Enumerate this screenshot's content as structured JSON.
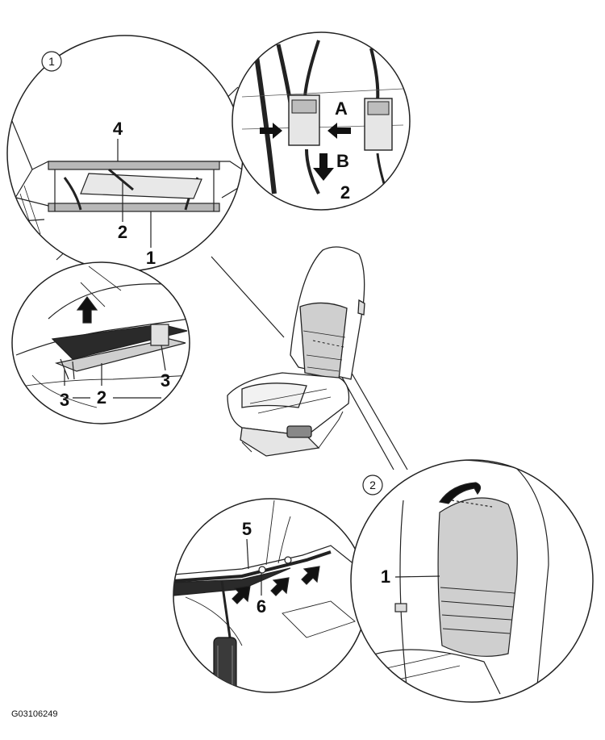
{
  "views": [
    {
      "id": "1",
      "label": "1"
    },
    {
      "id": "2",
      "label": "2"
    }
  ],
  "callouts": {
    "top_view": {
      "c4": "4",
      "c2": "2",
      "c1": "1"
    },
    "connector_view": {
      "cA": "A",
      "cB": "B",
      "c2": "2"
    },
    "clip_view": {
      "c3a": "3",
      "c2": "2",
      "c3b": "3"
    },
    "lower_view": {
      "c5": "5",
      "c6": "6"
    },
    "seat_back_view": {
      "c1": "1"
    }
  },
  "reference_code": "G03106249"
}
